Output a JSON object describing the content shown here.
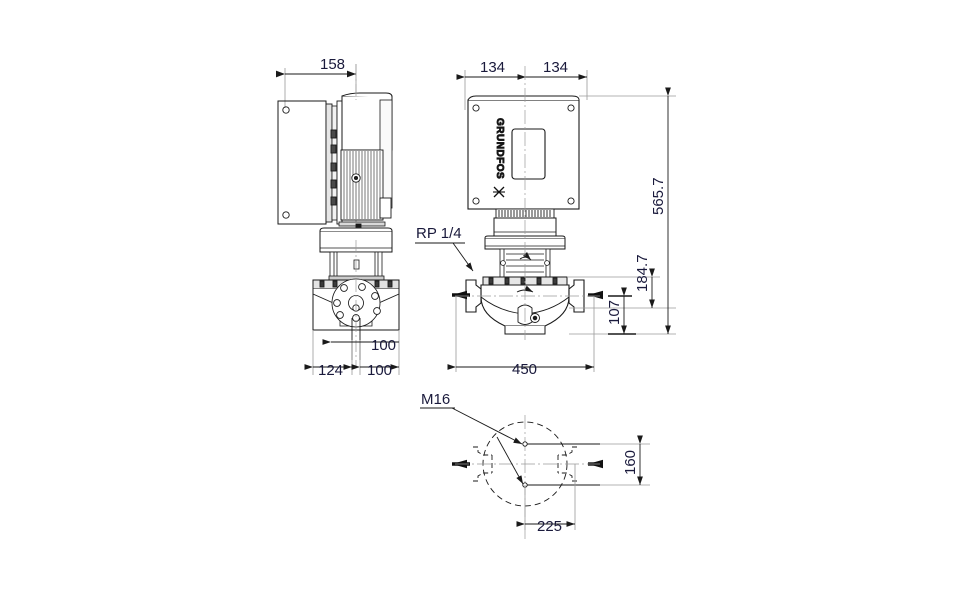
{
  "drawing": {
    "title": "Grundfos in-line pump dimensional drawing",
    "background_color": "#ffffff",
    "line_color": "#1a1a1a",
    "dim_text_color": "#1a1a3c",
    "gray_line_color": "#999999"
  },
  "views": {
    "side": {
      "name": "side-elevation",
      "dimensions": {
        "width_top": "158",
        "base_left": "124",
        "base_right": "100",
        "port_offset": "100"
      }
    },
    "front": {
      "name": "front-elevation",
      "brand_text": "GRUNDFOS",
      "dimensions": {
        "half_left": "134",
        "half_right": "134",
        "overall_width": "450",
        "total_height": "565.7",
        "mid_height": "184.7",
        "port_height": "107"
      },
      "callouts": {
        "tapping": "RP 1/4"
      }
    },
    "plan": {
      "name": "plan-view",
      "callouts": {
        "bolt": "M16"
      },
      "dimensions": {
        "bolt_spacing_y": "160",
        "bolt_spacing_x": "225"
      }
    }
  }
}
